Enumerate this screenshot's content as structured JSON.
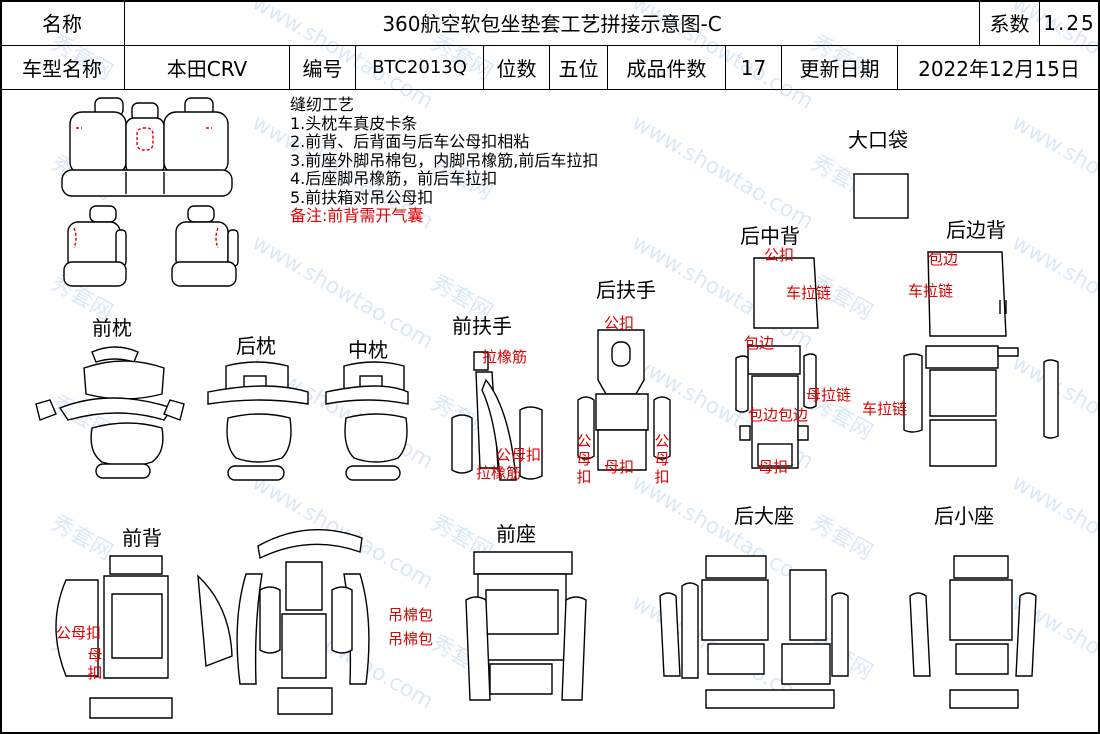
{
  "header": {
    "name_label": "名称",
    "title": "360航空软包坐垫套工艺拼接示意图-C",
    "coef_label": "系数",
    "coef_value": "1.25",
    "model_label": "车型名称",
    "model_value": "本田CRV",
    "code_label": "编号",
    "code_value": "BTC2013Q",
    "seats_label": "位数",
    "seats_value": "五位",
    "count_label": "成品件数",
    "count_value": "17",
    "date_label": "更新日期",
    "date_value": "2022年12月15日"
  },
  "notes": {
    "title": "缝纫工艺",
    "items": [
      "1.头枕车真皮卡条",
      "2.前背、后背面与后车公母扣相粘",
      "3.前座外脚吊棉包，内脚吊橡筋,前后车拉扣",
      "4.后座脚吊橡筋，前后车拉扣",
      "5.前扶箱对吊公母扣"
    ],
    "remark": "备注:前背需开气囊"
  },
  "parts": {
    "front_headrest": "前枕",
    "rear_headrest": "后枕",
    "middle_headrest": "中枕",
    "front_armrest": "前扶手",
    "rear_armrest": "后扶手",
    "rear_middle_back": "后中背",
    "rear_side_back": "后边背",
    "big_pocket": "大口袋",
    "front_back": "前背",
    "front_seat": "前座",
    "rear_big_seat": "后大座",
    "rear_small_seat": "后小座"
  },
  "annotations": {
    "pull_elastic_1": "拉橡筋",
    "male_female_1": "公母扣",
    "pull_elastic_2": "拉橡筋",
    "male_buckle_1": "公扣",
    "female_left": "公母扣",
    "female_buckle_bottom": "母扣",
    "female_right": "公母扣",
    "male_buckle_2": "公扣",
    "zipper_1": "车拉链",
    "edge_1": "包边",
    "edge_2": "包边包边",
    "female_buckle_2": "母扣",
    "female_zipper": "母拉链",
    "edge_3": "包边",
    "zipper_2": "车拉链",
    "zipper_3": "车拉链",
    "male_female_2": "公母扣",
    "female_buckle_3": "母扣",
    "cotton_1": "吊棉包",
    "cotton_2": "吊棉包"
  },
  "watermark": [
    "秀套网",
    "www.showtao.com"
  ]
}
